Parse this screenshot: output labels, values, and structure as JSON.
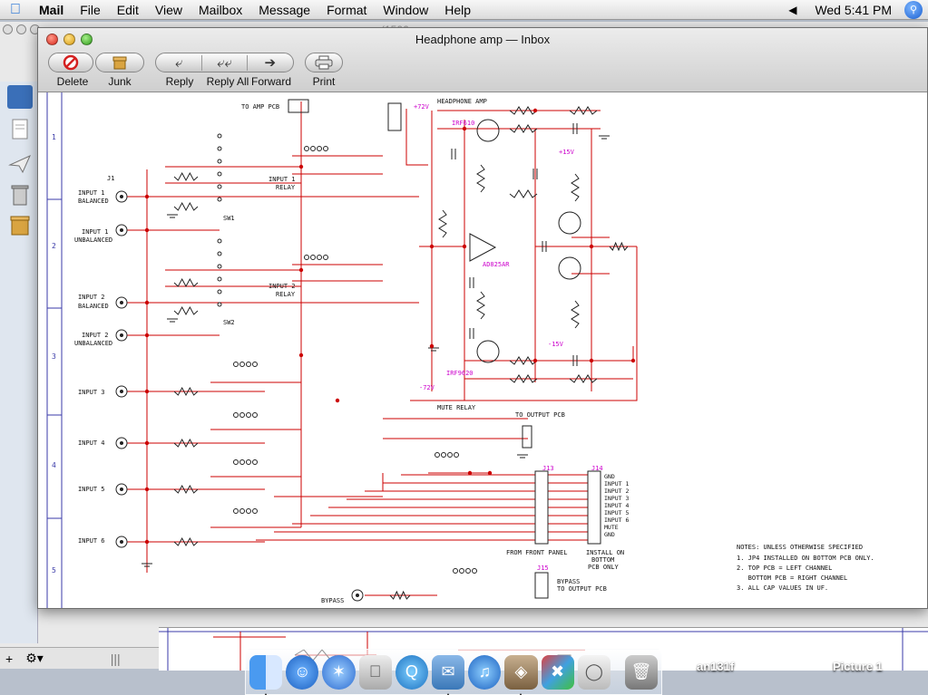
{
  "menubar": {
    "app": "Mail",
    "items": [
      "File",
      "Edit",
      "View",
      "Mailbox",
      "Message",
      "Format",
      "Window",
      "Help"
    ],
    "clock": "Wed 5:41 PM"
  },
  "window": {
    "title": "Headphone amp — Inbox",
    "toolbar": {
      "delete": "Delete",
      "junk": "Junk",
      "reply": "Reply",
      "reply_all": "Reply All",
      "forward": "Forward",
      "print": "Print"
    }
  },
  "background_window": {
    "title_fragment": "(1506"
  },
  "schematic": {
    "title": "HEADPHONE AMP",
    "to_amp_pcb": "TO AMP PCB",
    "to_output_pcb": "TO OUTPUT PCB",
    "row_markers": [
      "1",
      "2",
      "3",
      "4",
      "5"
    ],
    "inputs": {
      "j1": "J1",
      "in1_bal": [
        "INPUT 1",
        "BALANCED"
      ],
      "in1_unbal": [
        "INPUT 1",
        "UNBALANCED"
      ],
      "in2_bal": [
        "INPUT 2",
        "BALANCED"
      ],
      "in2_unbal": [
        "INPUT 2",
        "UNBALANCED"
      ],
      "in3": "INPUT 3",
      "in4": "INPUT 4",
      "in5": "INPUT 5",
      "in6": "INPUT 6"
    },
    "relays": {
      "in1": [
        "INPUT 1",
        "RELAY"
      ],
      "in2": [
        "INPUT 2",
        "RELAY"
      ],
      "mute": "MUTE RELAY"
    },
    "labels": {
      "opamp": "AD825AR",
      "q1": "IRF610",
      "q2": "IRF9620",
      "pos15": "+15V",
      "neg15": "-15V",
      "pos72": "+72V",
      "neg72": "-72V",
      "j13": "J13",
      "j14": "J14",
      "from_front": "FROM FRONT PANEL",
      "install_bottom": [
        "INSTALL ON",
        "BOTTOM",
        "PCB ONLY"
      ],
      "bypass": "BYPASS",
      "bypass_to_out": [
        "BYPASS",
        "TO OUTPUT PCB"
      ],
      "j15": "J15",
      "sw1": "SW1",
      "sw2": "SW2"
    },
    "connector_pins": [
      "GND",
      "INPUT 1",
      "INPUT 2",
      "INPUT 3",
      "INPUT 4",
      "INPUT 5",
      "INPUT 6",
      "MUTE",
      "GND"
    ],
    "notes": [
      "NOTES: UNLESS OTHERWISE SPECIFIED",
      "1. JP4 INSTALLED ON BOTTOM PCB ONLY.",
      "2. TOP PCB = LEFT CHANNEL",
      "   BOTTOM PCB = RIGHT CHANNEL",
      "3. ALL CAP VALUES IN UF."
    ]
  },
  "desktop": {
    "item1": "an131f",
    "item2": "Picture 1"
  },
  "colors": {
    "wire": "#cc0000",
    "label": "#cc00cc",
    "component": "#222222"
  }
}
